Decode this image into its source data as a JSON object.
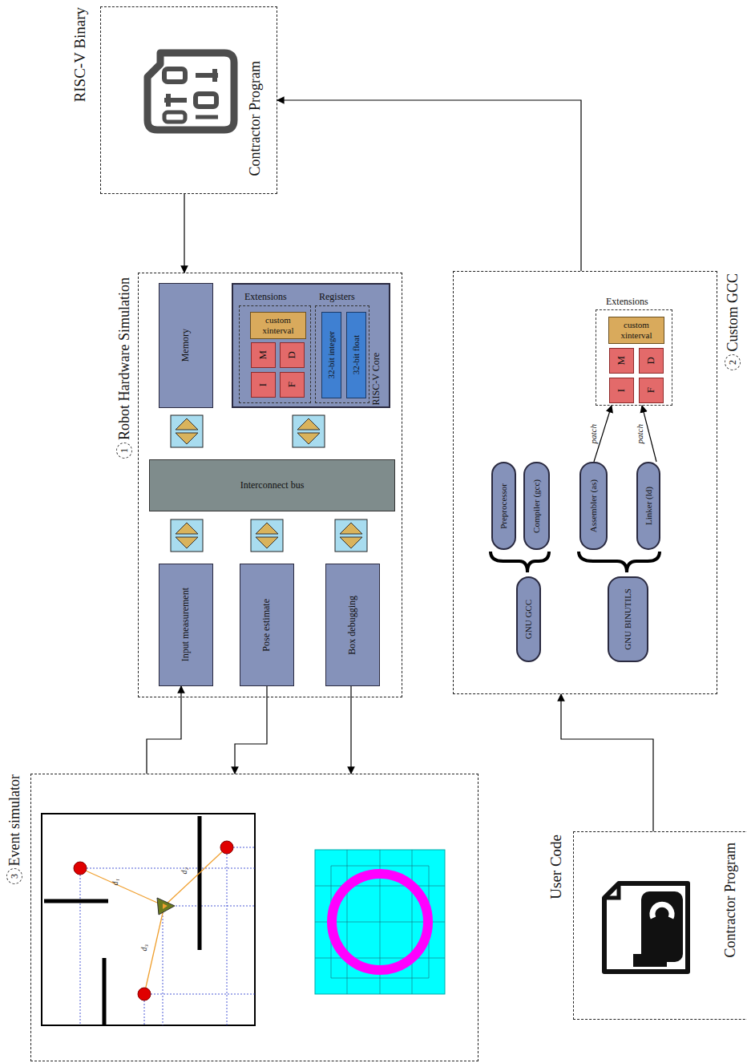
{
  "diagram": {
    "nodes": [
      {
        "text": [
          "RISC-V Binary",
          "Contractor Program"
        ]
      },
      {
        "text": [
          "Robot Hardware Simulation"
        ]
      },
      {
        "text": [
          "Memory"
        ],
        "in": 1
      },
      {
        "text": [
          "RISC-V Core"
        ],
        "in": 1
      },
      {
        "text": [
          "Extensions"
        ],
        "in": 3
      },
      {
        "text": [
          "custom xinterval"
        ],
        "in": 4
      },
      {
        "text": [
          "M"
        ],
        "in": 4
      },
      {
        "text": [
          "D"
        ],
        "in": 4
      },
      {
        "text": [
          "I"
        ],
        "in": 4
      },
      {
        "text": [
          "F"
        ],
        "in": 4
      },
      {
        "text": [
          "Registers"
        ],
        "in": 3
      },
      {
        "text": [
          "32-bit integer"
        ],
        "in": 10
      },
      {
        "text": [
          "32-bit float"
        ],
        "in": 10
      },
      {
        "text": [
          "Interconnect bus"
        ],
        "in": 1
      },
      {
        "text": [
          "Input measurement"
        ],
        "in": 1
      },
      {
        "text": [
          "Pose estimate"
        ],
        "in": 1
      },
      {
        "text": [
          "Box debugging"
        ],
        "in": 1
      },
      {
        "text": [
          "Event simulator"
        ]
      },
      {
        "text": [
          "Custom GCC"
        ]
      },
      {
        "text": [
          "Extensions"
        ],
        "in": 18
      },
      {
        "text": [
          "custom xinterval"
        ],
        "in": 19
      },
      {
        "text": [
          "M"
        ],
        "in": 19
      },
      {
        "text": [
          "D"
        ],
        "in": 19
      },
      {
        "text": [
          "I"
        ],
        "in": 19
      },
      {
        "text": [
          "F"
        ],
        "in": 19
      },
      {
        "text": [
          "Preprocessor"
        ],
        "in": 18
      },
      {
        "text": [
          "Compiler (gcc)"
        ],
        "in": 18
      },
      {
        "text": [
          "Assembler (as)"
        ],
        "in": 18
      },
      {
        "text": [
          "Linker (ld)"
        ],
        "in": 18
      },
      {
        "text": [
          "GNU GCC"
        ],
        "in": 18
      },
      {
        "text": [
          "GNU BINUTILS"
        ],
        "in": 18
      },
      {
        "text": [
          "User Code",
          "Contractor Program"
        ]
      }
    ],
    "edges": [
      {
        "from": 0,
        "to": 1,
        "arrow": "to"
      },
      {
        "from": 17,
        "to": 14,
        "arrow": "to"
      },
      {
        "from": 15,
        "to": 17,
        "arrow": "to"
      },
      {
        "from": 16,
        "to": 17,
        "arrow": "to"
      },
      {
        "from": 31,
        "to": 18,
        "arrow": "to"
      },
      {
        "from": 18,
        "to": 0,
        "arrow": "to"
      },
      {
        "from": 27,
        "to": 19,
        "label": "patch",
        "arrow": "to"
      },
      {
        "from": 28,
        "to": 19,
        "label": "patch",
        "arrow": "to"
      }
    ],
    "labels": [
      "1",
      "2",
      "3",
      "d₁",
      "d₂",
      "d₃"
    ]
  }
}
